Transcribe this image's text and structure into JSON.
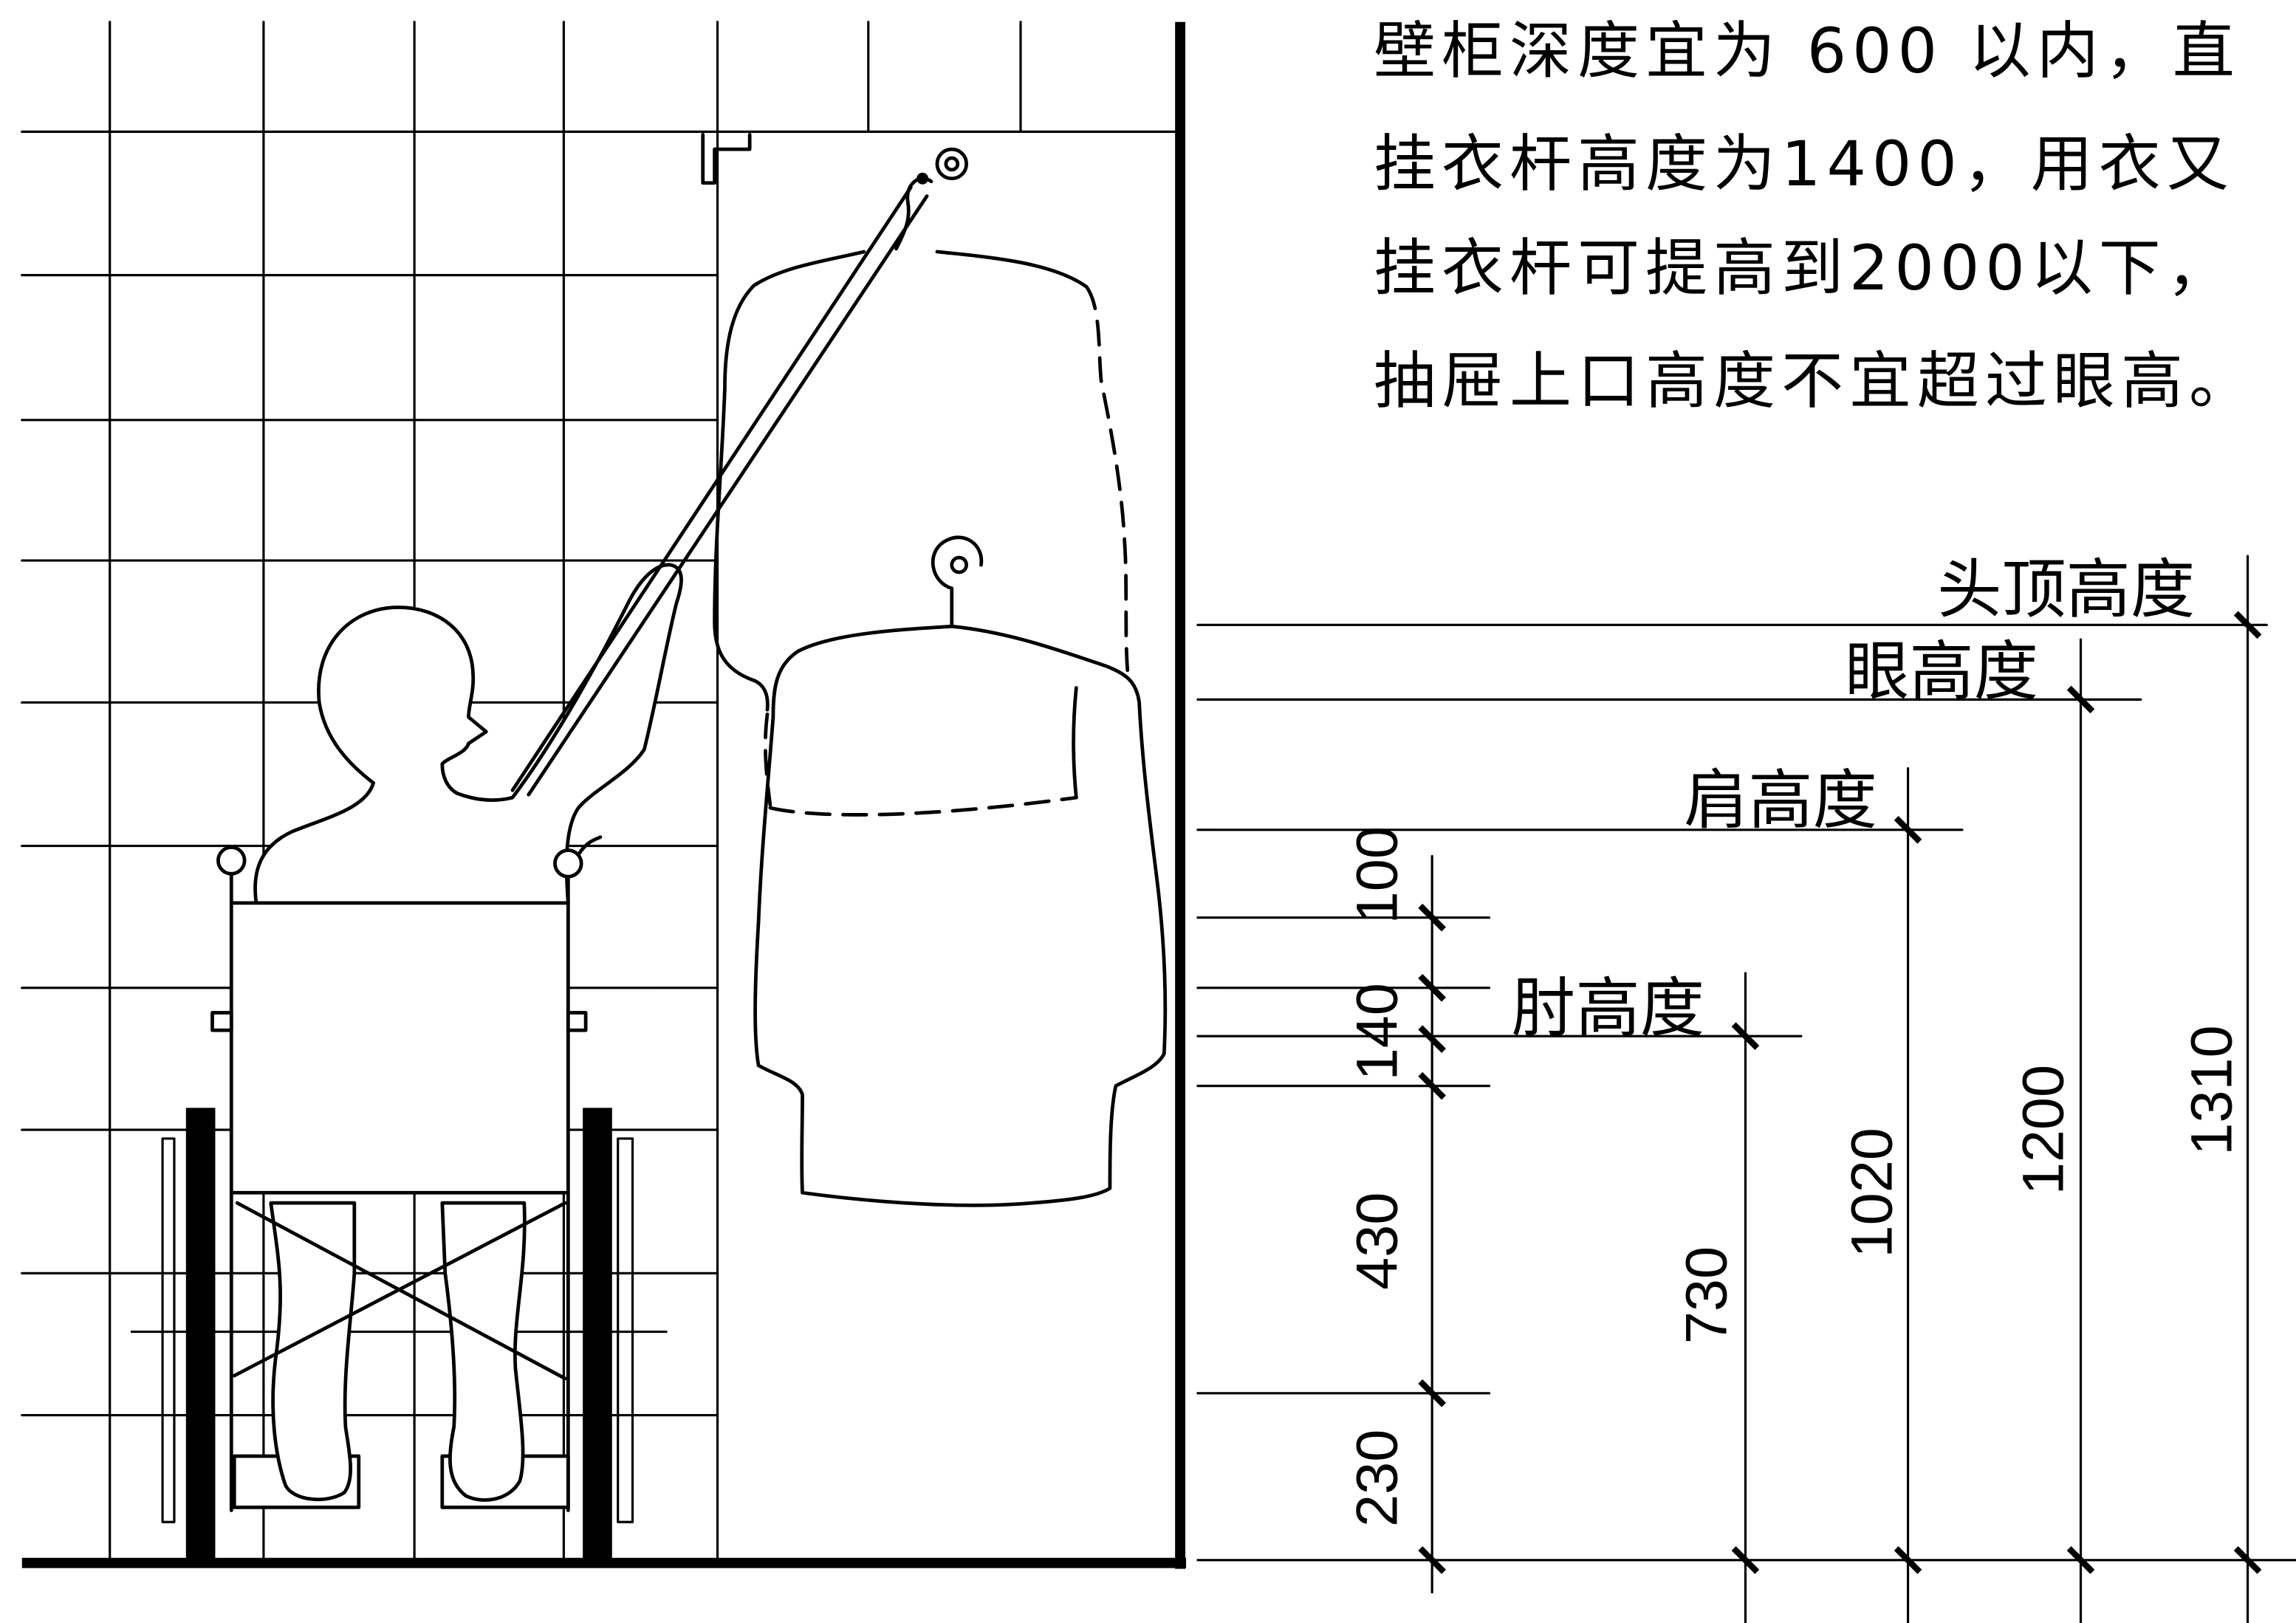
{
  "notes": {
    "line1": "壁柜深度宜为 600 以内，直",
    "line2": "挂衣杆高度为1400，用衣又",
    "line3": "挂衣杆可提高到2000以下，",
    "line4": "抽屉上口高度不宜超过眼高。"
  },
  "labels": {
    "head_height": "头顶高度",
    "eye_height": "眼高度",
    "shoulder_height": "肩高度",
    "elbow_height": "肘高度"
  },
  "dimensions": {
    "stack": [
      "100",
      "140",
      "430",
      "230"
    ],
    "elbow": "730",
    "shoulder": "1020",
    "eye": "1200",
    "head": "1310"
  },
  "colors": {
    "ink": "#000000",
    "paper": "#ffffff"
  }
}
